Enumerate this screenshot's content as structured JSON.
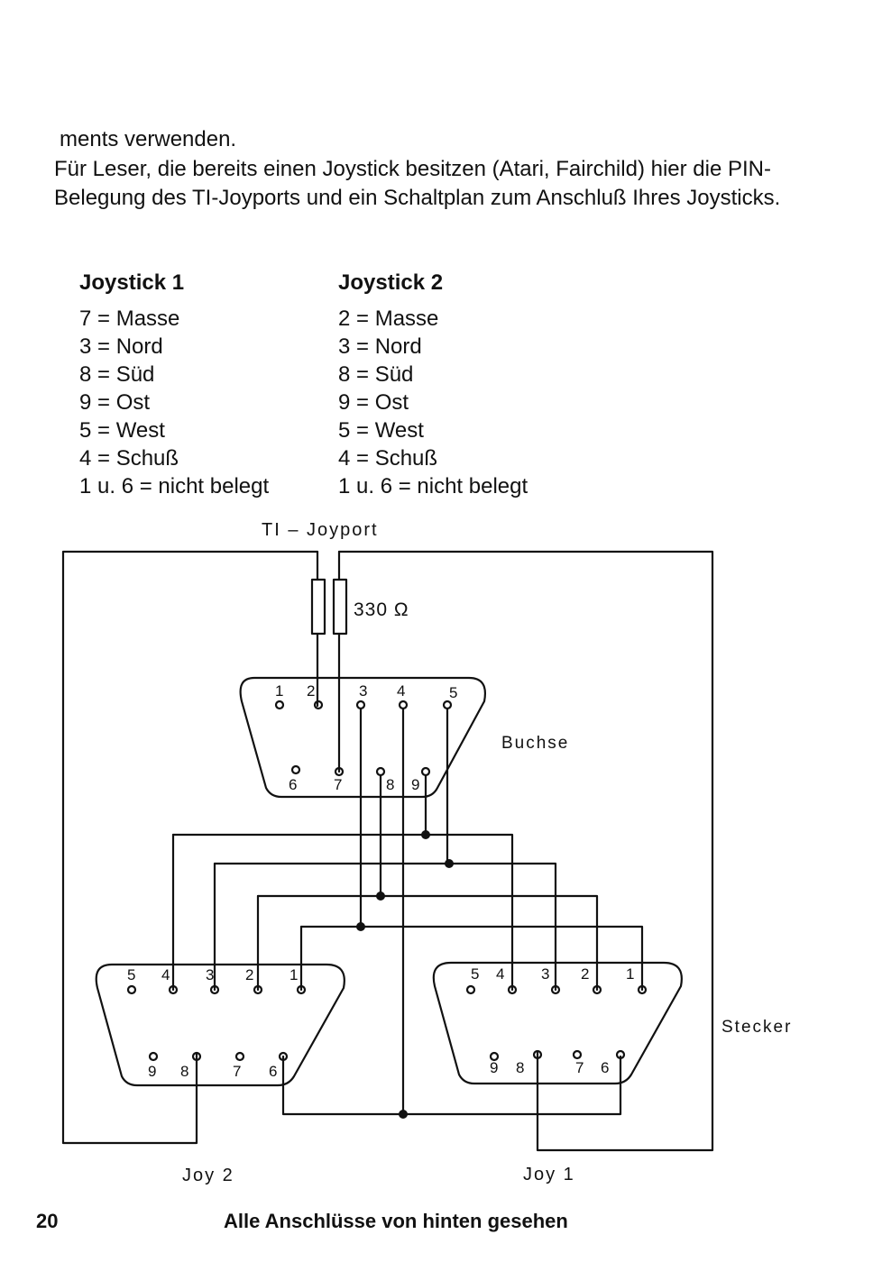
{
  "text": {
    "line1": "ments verwenden.",
    "paragraph": "Für Leser, die bereits einen Joystick besitzen (Atari, Fairchild) hier die PIN-Belegung des TI-Joyports und ein Schaltplan zum Anschluß Ihres Joysticks."
  },
  "pin_table": {
    "joystick1": {
      "heading": "Joystick 1",
      "rows": [
        "7 = Masse",
        "3 = Nord",
        "8 = Süd",
        "9 = Ost",
        "5 = West",
        "4 = Schuß",
        "1 u. 6 = nicht belegt"
      ]
    },
    "joystick2": {
      "heading": "Joystick 2",
      "rows": [
        "2 = Masse",
        "3 = Nord",
        "8 = Süd",
        "9 = Ost",
        "5 = West",
        "4 = Schuß",
        "1 u. 6 = nicht belegt"
      ]
    }
  },
  "diagram": {
    "title": "TI – Joyport",
    "resistor_label": "330 Ω",
    "buchse_label": "Buchse",
    "stecker_label": "Stecker",
    "joy2_label": "Joy 2",
    "joy1_label": "Joy 1",
    "buchse_pins_top": [
      "1",
      "2",
      "3",
      "4",
      "5"
    ],
    "buchse_pins_bottom": [
      "6",
      "7",
      "8",
      "9"
    ],
    "plug_pins_top": [
      "5",
      "4",
      "3",
      "2",
      "1"
    ],
    "plug_pins_bottom": [
      "9",
      "8",
      "7",
      "6"
    ]
  },
  "footer": {
    "page_number": "20",
    "caption": "Alle Anschlüsse von hinten gesehen"
  }
}
